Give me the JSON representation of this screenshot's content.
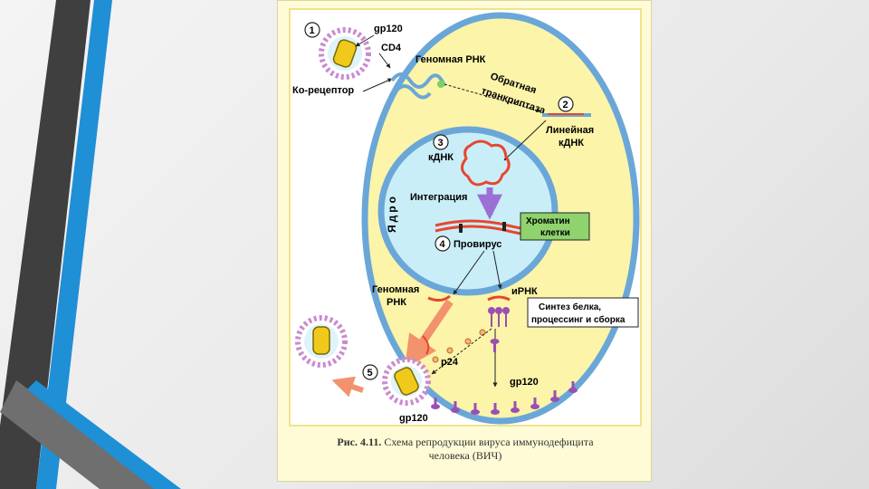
{
  "colors": {
    "cytoplasm": "#fbf4a9",
    "nucleus": "#c9eef8",
    "membrane": "#6aa7d8",
    "chromatin_box": "#8ed36d",
    "virus_envelope": "#c98bd0",
    "virus_core": "#f0c91c",
    "arrow_purple": "#9a6fd6",
    "arrow_orange": "#f2936d",
    "receptor": "#9b4fb2",
    "dna_red": "#e8462f",
    "slide_dark": "#3f3f3f",
    "slide_blue": "#1f8fd6"
  },
  "labels": {
    "step1": "1",
    "step2": "2",
    "step3": "3",
    "step4": "4",
    "step5": "5",
    "gp120_top": "gp120",
    "cd4": "CD4",
    "coreceptor": "Ко-рецептор",
    "genomic_rna_top": "Геномная РНК",
    "rt_line1": "Обратная",
    "rt_line2": "транкриптаза",
    "linear_dna_line1": "Линейная",
    "linear_dna_line2": "кДНК",
    "cdna": "кДНК",
    "nucleus": "Ядро",
    "integration": "Интеграция",
    "chromatin_line1": "Хроматин",
    "chromatin_line2": "клетки",
    "provirus": "Провирус",
    "genomic_rna_bottom_line1": "Геномная",
    "genomic_rna_bottom_line2": "РНК",
    "mrna": "иРНК",
    "synthesis_line1": "Синтез белка,",
    "synthesis_line2": "процессинг и сборка",
    "p24": "p24",
    "gp120_mid": "gp120",
    "gp120_bottom": "gp120"
  },
  "caption": {
    "prefix": "Рис. 4.11.",
    "line1": "Схема репродукции вируса иммунодефицита",
    "line2": "человека (ВИЧ)"
  }
}
